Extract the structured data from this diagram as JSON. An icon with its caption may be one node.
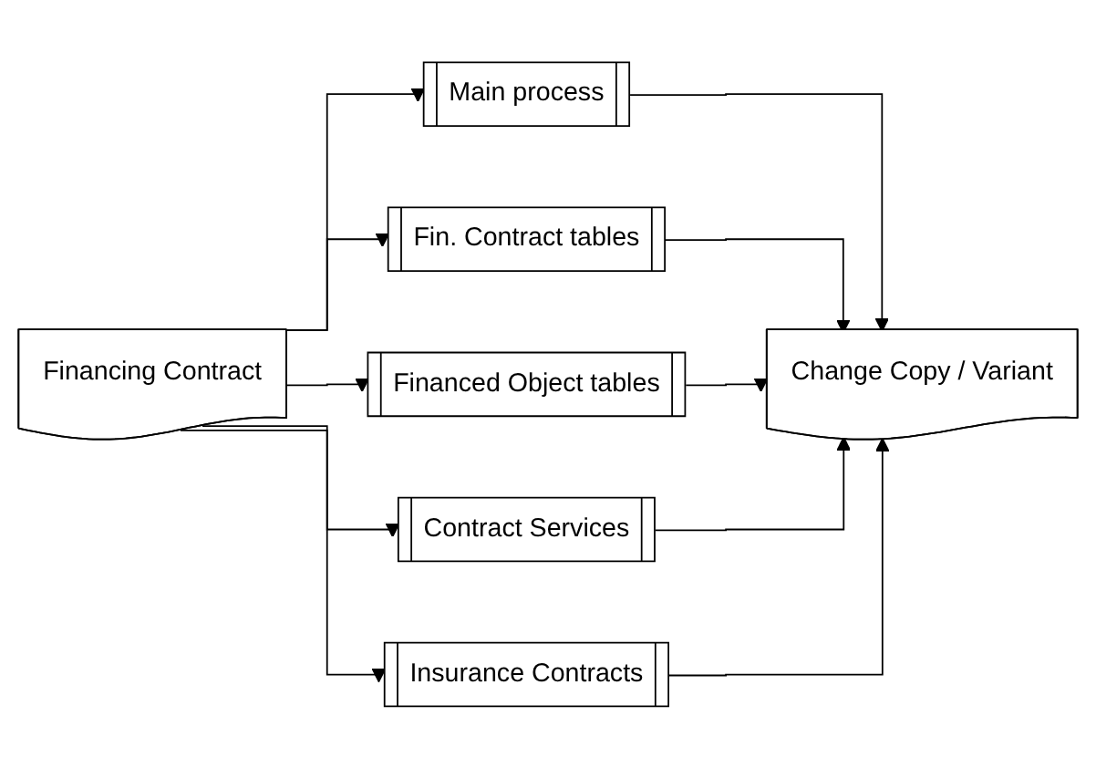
{
  "diagram": {
    "nodes": [
      {
        "text": [
          "Financing Contract"
        ]
      },
      {
        "text": [
          "Main process"
        ]
      },
      {
        "text": [
          "Fin. Contract tables"
        ]
      },
      {
        "text": [
          "Financed Object tables"
        ]
      },
      {
        "text": [
          "Contract Services"
        ]
      },
      {
        "text": [
          "Insurance Contracts"
        ]
      },
      {
        "text": [
          "Change Copy / Variant"
        ]
      }
    ],
    "edges": [
      {
        "from": 0,
        "to": 1,
        "arrow": "to"
      },
      {
        "from": 0,
        "to": 2,
        "arrow": "to"
      },
      {
        "from": 0,
        "to": 3,
        "arrow": "to"
      },
      {
        "from": 0,
        "to": 4,
        "arrow": "to"
      },
      {
        "from": 0,
        "to": 5,
        "arrow": "to"
      },
      {
        "from": 1,
        "to": 6,
        "arrow": "to"
      },
      {
        "from": 2,
        "to": 6,
        "arrow": "to"
      },
      {
        "from": 3,
        "to": 6,
        "arrow": "to"
      },
      {
        "from": 4,
        "to": 6,
        "arrow": "to"
      },
      {
        "from": 5,
        "to": 6,
        "arrow": "to"
      }
    ]
  }
}
